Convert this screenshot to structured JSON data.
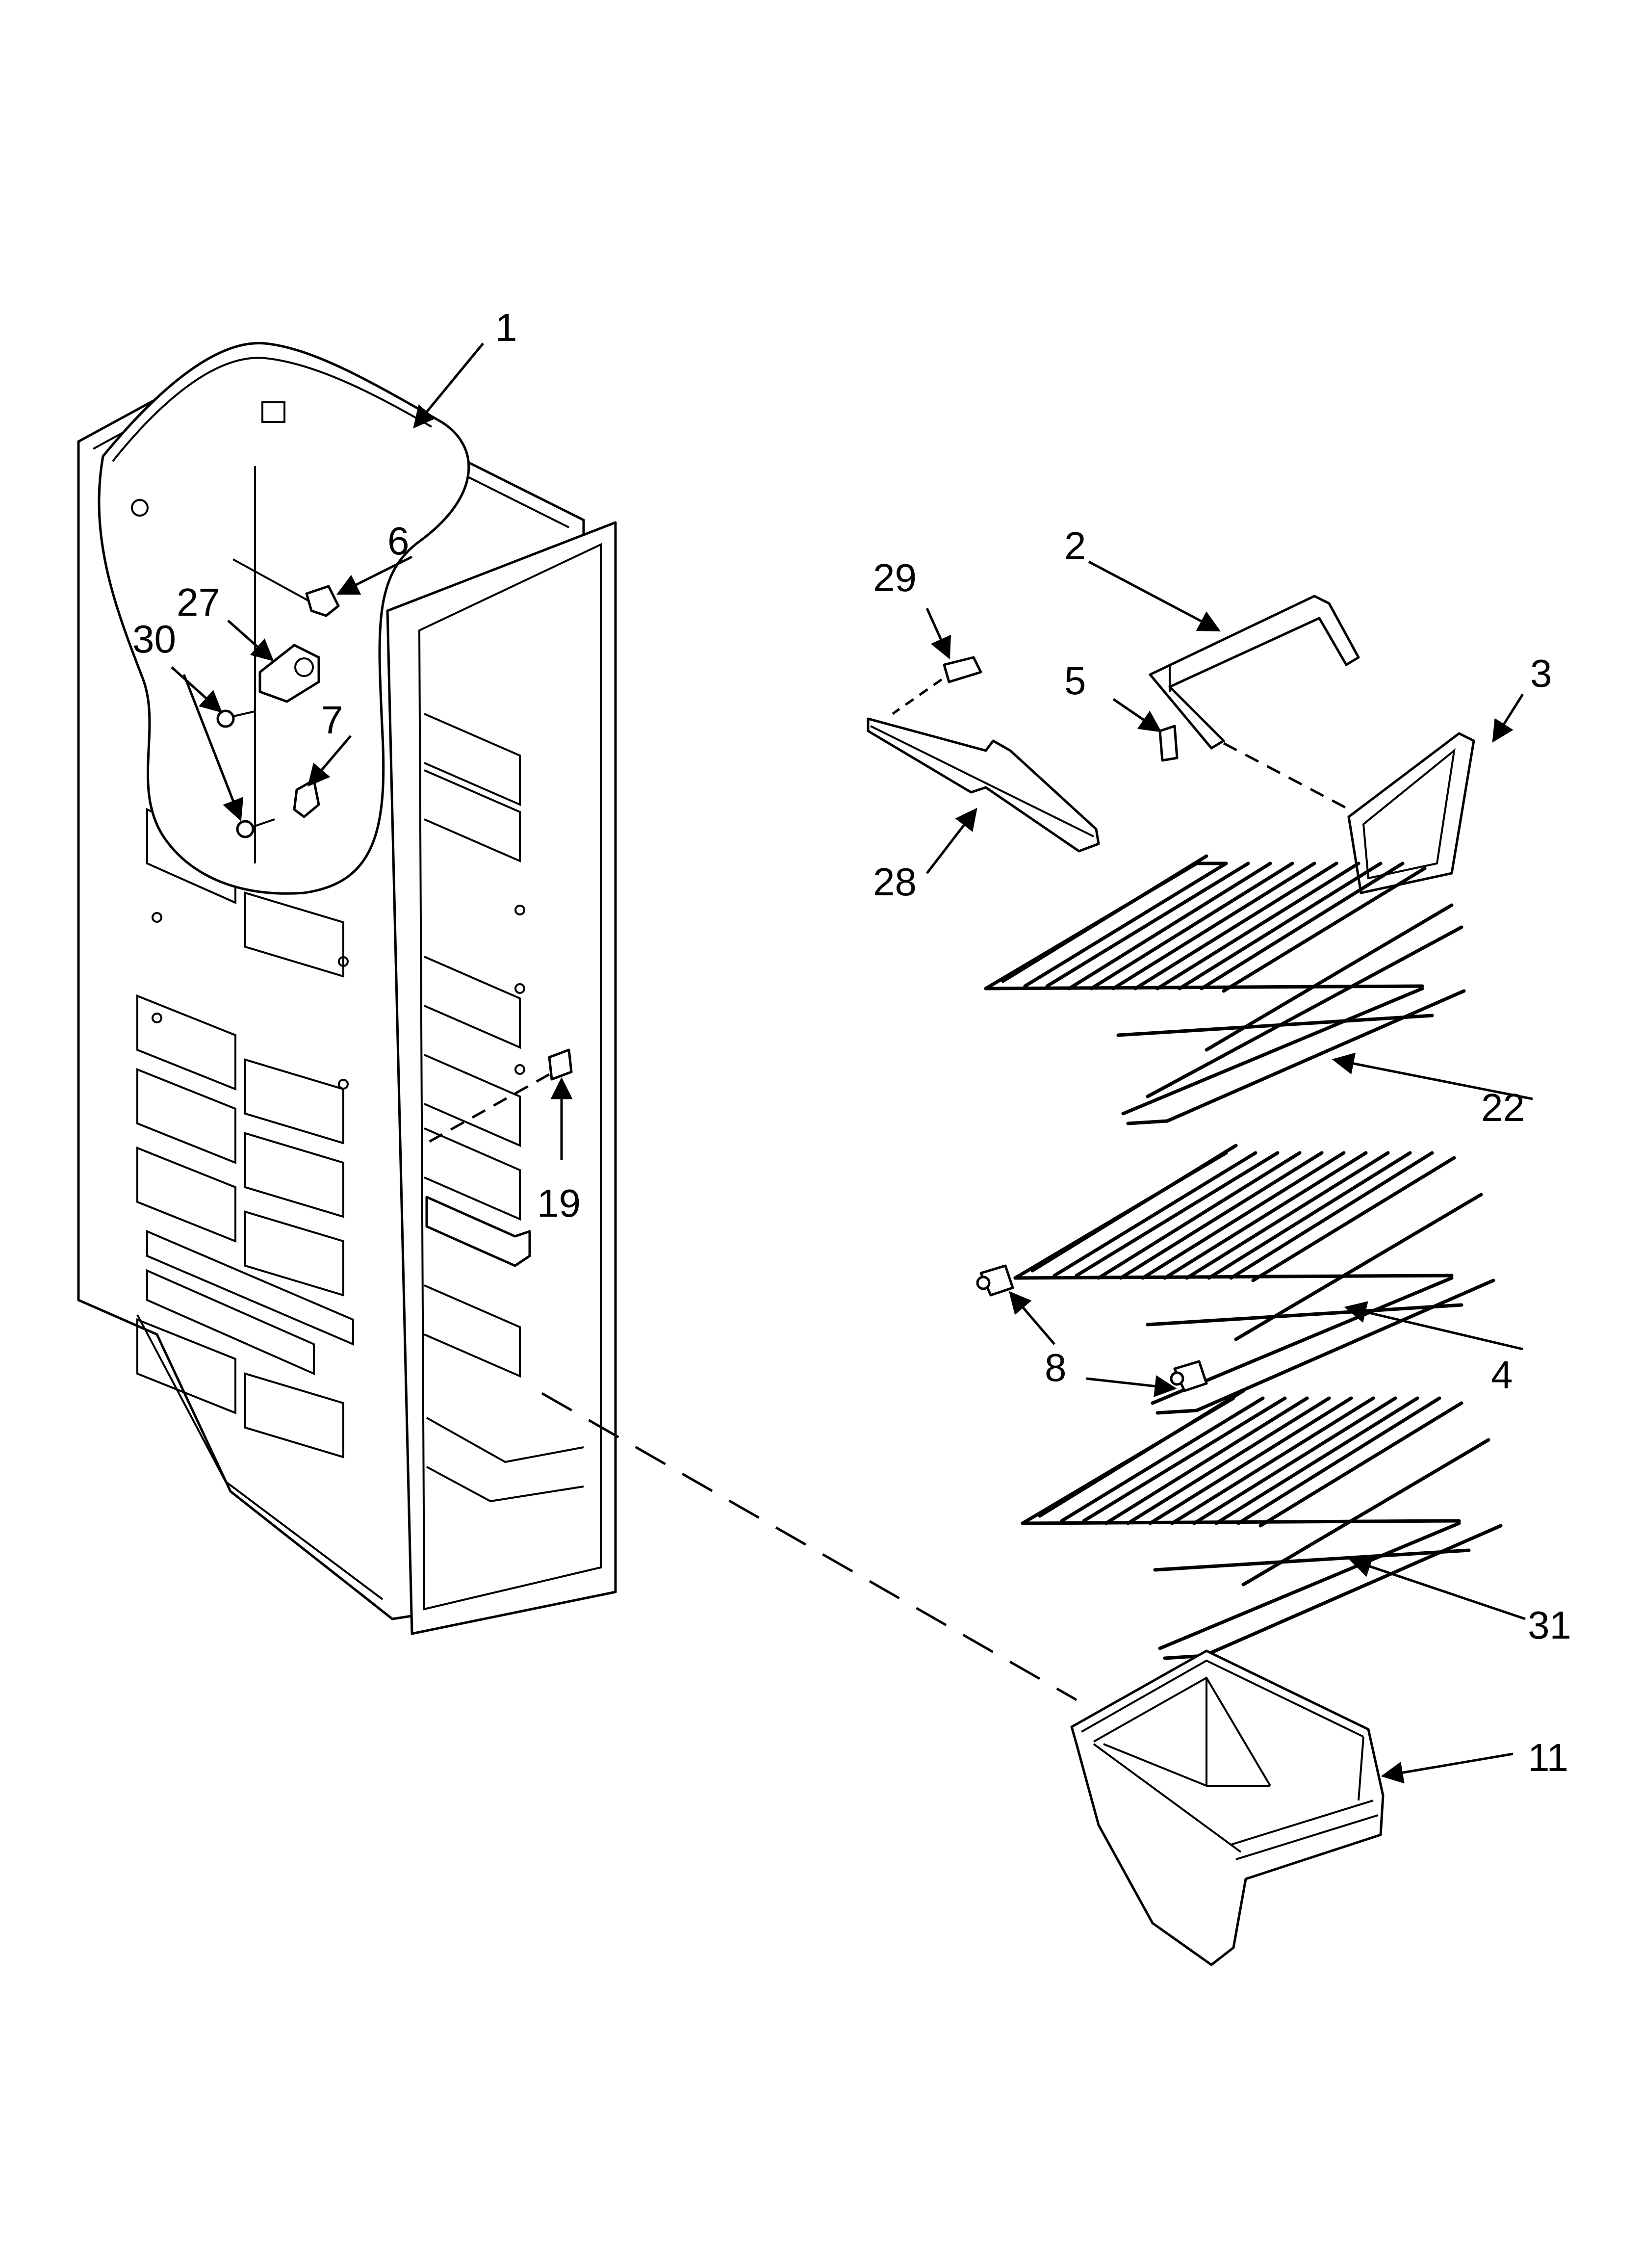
{
  "callouts": {
    "c1": "1",
    "c2": "2",
    "c3": "3",
    "c4": "4",
    "c5": "5",
    "c6": "6",
    "c7": "7",
    "c8": "8",
    "c11": "11",
    "c19": "19",
    "c22": "22",
    "c27": "27",
    "c28": "28",
    "c29": "29",
    "c30": "30",
    "c31": "31"
  },
  "colors": {
    "line": "#000000",
    "background": "#ffffff"
  }
}
